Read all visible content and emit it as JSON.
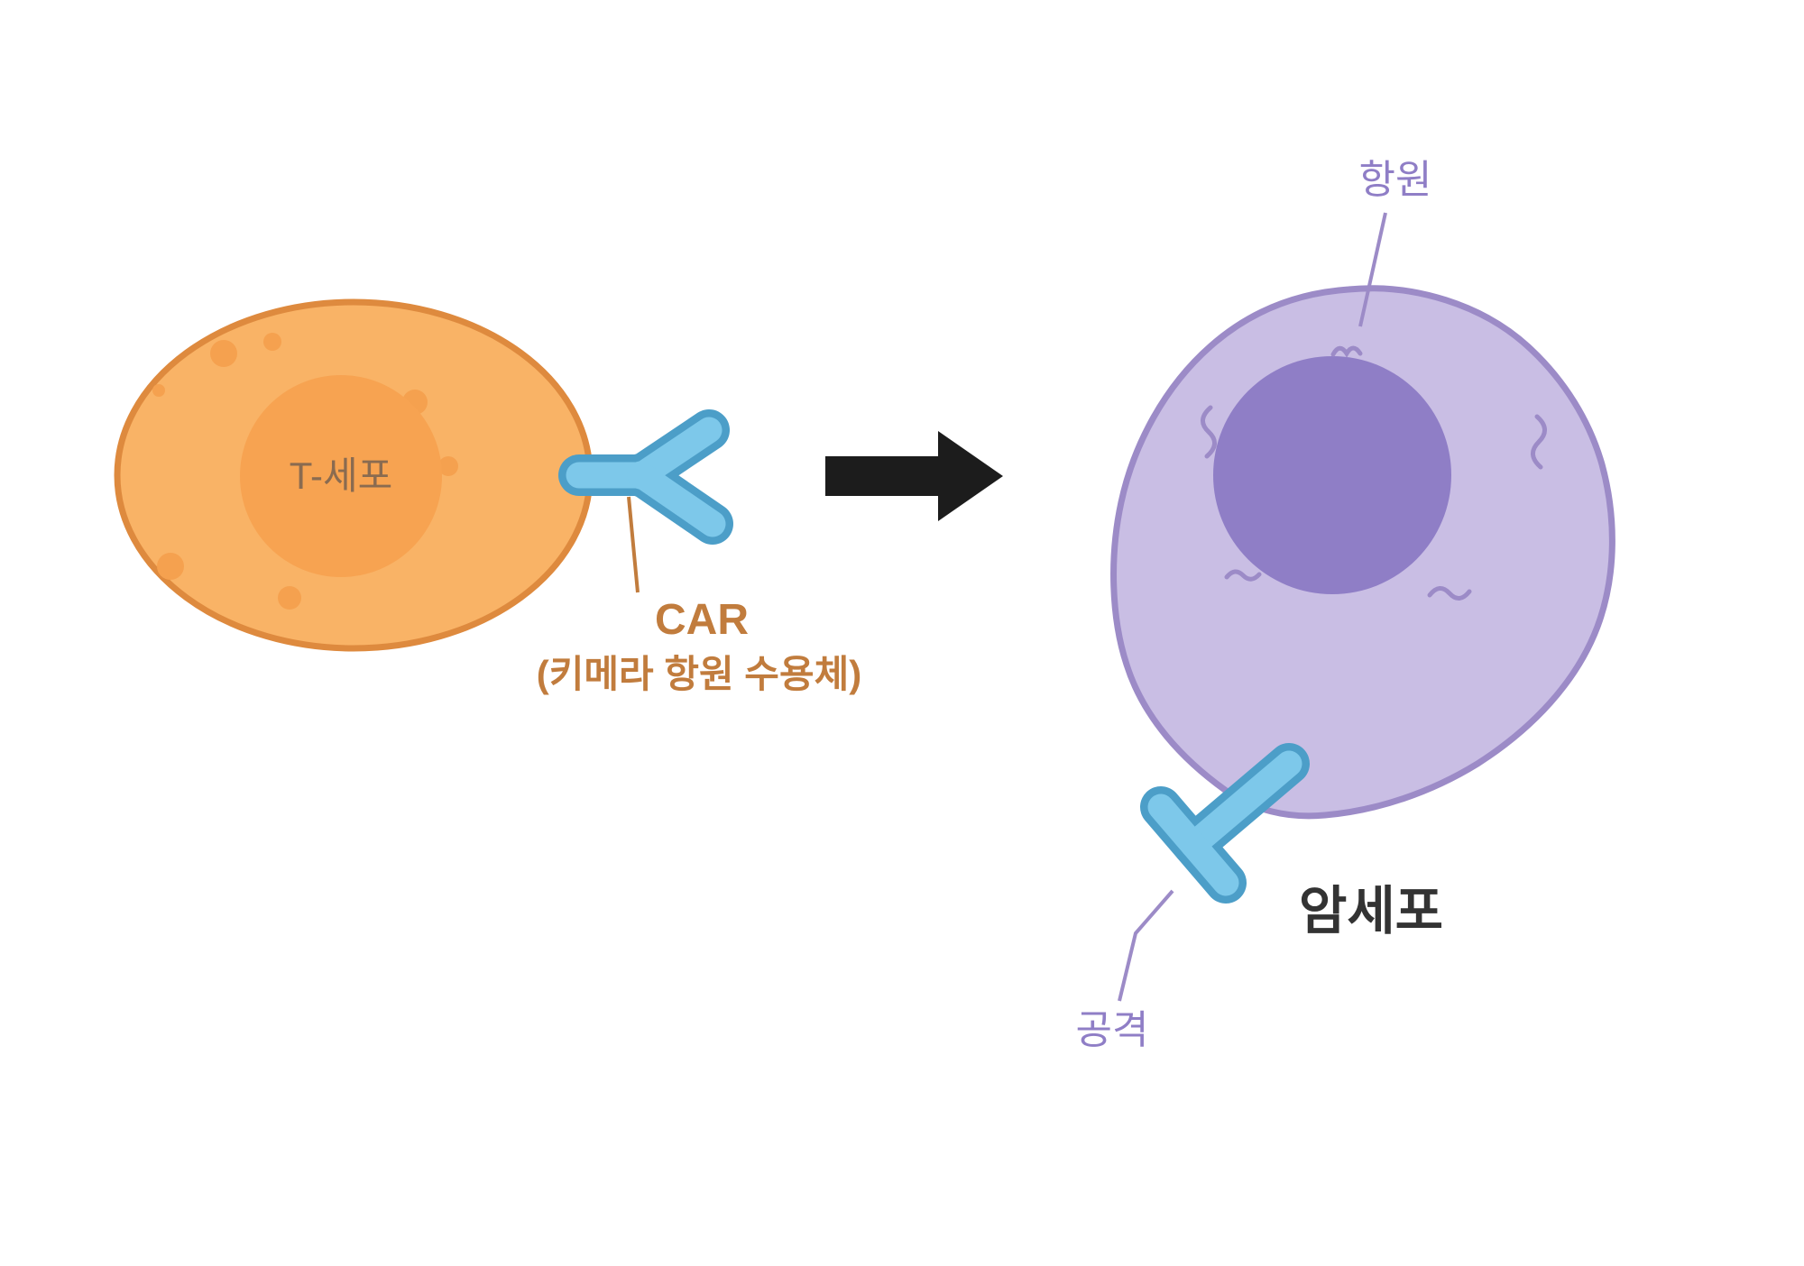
{
  "canvas": {
    "background": "#ffffff"
  },
  "t_cell": {
    "label": "T-세포",
    "label_color": "#8a6b50",
    "body_fill": "#f9b366",
    "body_stroke": "#de8a3e",
    "nucleus_fill": "#f7a351",
    "spot_fill": "#f5a14f"
  },
  "car": {
    "title": "CAR",
    "subtitle": "(키메라 항원 수용체)",
    "label_color": "#c17c3d",
    "pointer_color": "#c17c3d",
    "receptor_fill": "#7dc8ea",
    "receptor_stroke": "#4c9ec8"
  },
  "arrow": {
    "color": "#1c1c1c"
  },
  "cancer_cell": {
    "label": "암세포",
    "label_color": "#333333",
    "body_fill": "#c9bee4",
    "body_stroke": "#9c8bc7",
    "nucleus_fill": "#8f7ec6",
    "squiggle_color": "#9c8bc7"
  },
  "antigen": {
    "label": "항원",
    "color": "#8f7ec6",
    "pointer_color": "#9c8bc7"
  },
  "attack": {
    "label": "공격",
    "color": "#8f7ec6",
    "pointer_color": "#9c8bc7"
  }
}
